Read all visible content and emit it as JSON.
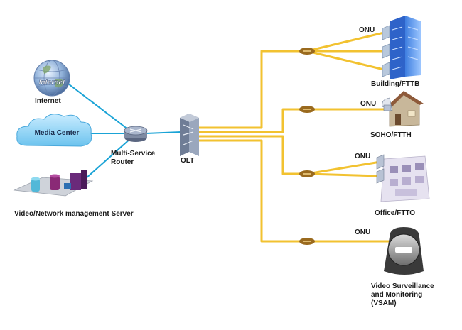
{
  "labels": {
    "internet": "Internet",
    "internet_globe": "Internet",
    "media_center": "Media Center",
    "router": "Multi-Service Router",
    "olt": "OLT",
    "server": "Video/Network management Server",
    "onu_building": "ONU",
    "building": "Building/FTTB",
    "onu_soho": "ONU",
    "soho": "SOHO/FTTH",
    "onu_office": "ONU",
    "office": "Office/FTTO",
    "onu_vsam": "ONU",
    "vsam": "Video Surveillance and Monitoring (VSAM)"
  },
  "colors": {
    "fiber": "#f2c230",
    "ethernet": "#1aa3d6",
    "cloud": "#8fd3f5",
    "device": "#8a97ad",
    "splitter": "#9a6a1e"
  },
  "icons": {
    "internet": "globe-icon",
    "media_center": "cloud-icon",
    "router": "router-icon",
    "olt": "olt-icon",
    "server": "server-rack-icon",
    "building": "office-building-icon",
    "soho": "house-icon",
    "office": "office-room-icon",
    "vsam": "surveillance-camera-icon",
    "splitter": "splitter-icon"
  }
}
